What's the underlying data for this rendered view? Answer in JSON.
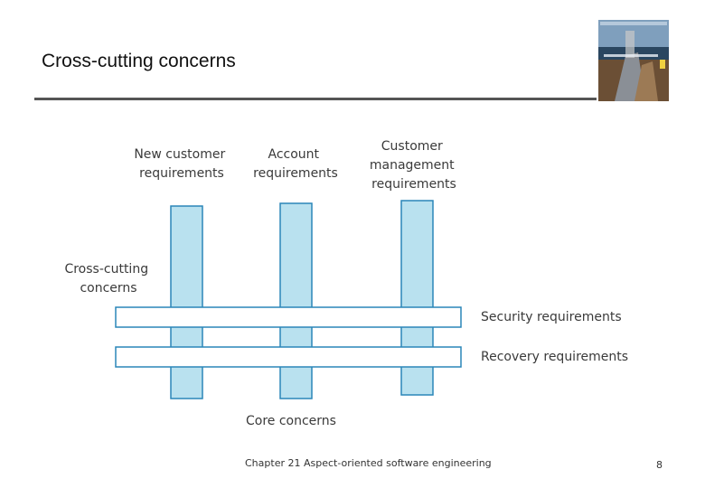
{
  "slide": {
    "title": "Cross-cutting concerns"
  },
  "diagram": {
    "core_headers": [
      [
        "New customer",
        "requirements"
      ],
      [
        "Account",
        "requirements"
      ],
      [
        "Customer",
        "management",
        "requirements"
      ]
    ],
    "crosscutting_label": [
      "Cross-cutting",
      "concerns"
    ],
    "horizontal_labels": [
      "Security requirements",
      "Recovery requirements"
    ],
    "core_label": "Core concerns"
  },
  "footer": {
    "text": "Chapter 21 Aspect-oriented software engineering",
    "page_number": "8"
  },
  "colors": {
    "bar_fill": "#b9e1ef",
    "bar_stroke": "#2a86b8",
    "band_fill": "#ffffff",
    "band_stroke": "#2a86b8"
  }
}
